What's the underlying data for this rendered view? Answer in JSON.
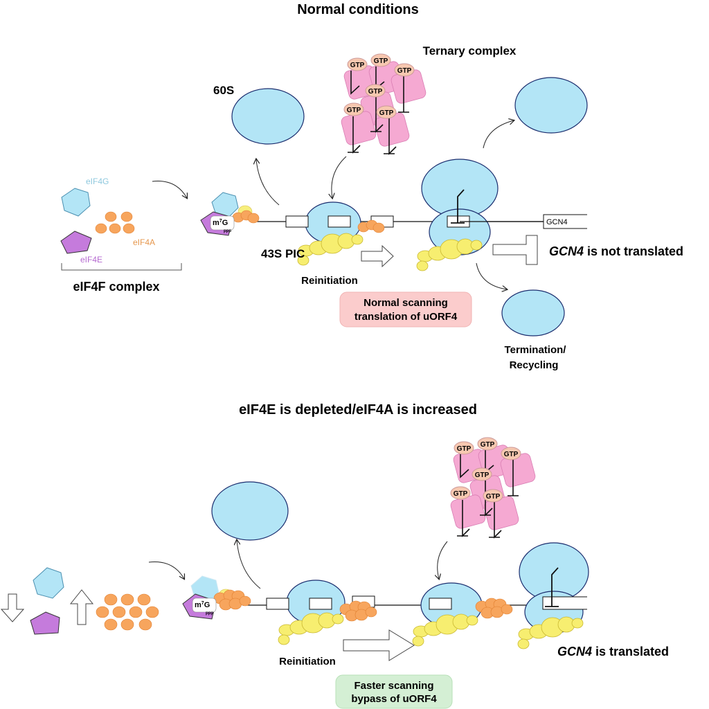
{
  "top": {
    "title": "Normal conditions",
    "ternary_label": "Ternary complex",
    "gtp": "GTP",
    "s60": "60S",
    "eif4g": "eIF4G",
    "eif4a": "eIF4A",
    "eif4e": "eIF4E",
    "eif4f": "eIF4F complex",
    "cap_m": "m",
    "cap_sup": "7",
    "cap_g": "G",
    "cap_ppp": "ppp",
    "pic": "43S PIC",
    "reinit": "Reinitiation",
    "box_line1": "Normal scanning",
    "box_line2": "translation of uORF4",
    "gcn4_box": "GCN4",
    "not_gene": "GCN4",
    "not_rest": " is not translated",
    "term1": "Termination/",
    "term2": "Recycling"
  },
  "bottom": {
    "title": "eIF4E is depleted/eIF4A is increased",
    "gtp": "GTP",
    "cap_m": "m",
    "cap_sup": "7",
    "cap_g": "G",
    "cap_ppp": "ppp",
    "reinit": "Reinitiation",
    "box_line1": "Faster scanning",
    "box_line2": "bypass of uORF4",
    "yes_gene": "GCN4",
    "yes_rest": " is translated"
  },
  "colors": {
    "ribosome": "#b3e5f6",
    "eif4g": "#b3e5f6",
    "eif4a": "#f7a55d",
    "eif4e": "#c57bdc",
    "yellow": "#f7ee70",
    "tc_pink": "#f5a9d2",
    "gtp": "#f7c8b0",
    "normal_box": "#fbcccc",
    "faster_box": "#d4efd4"
  }
}
